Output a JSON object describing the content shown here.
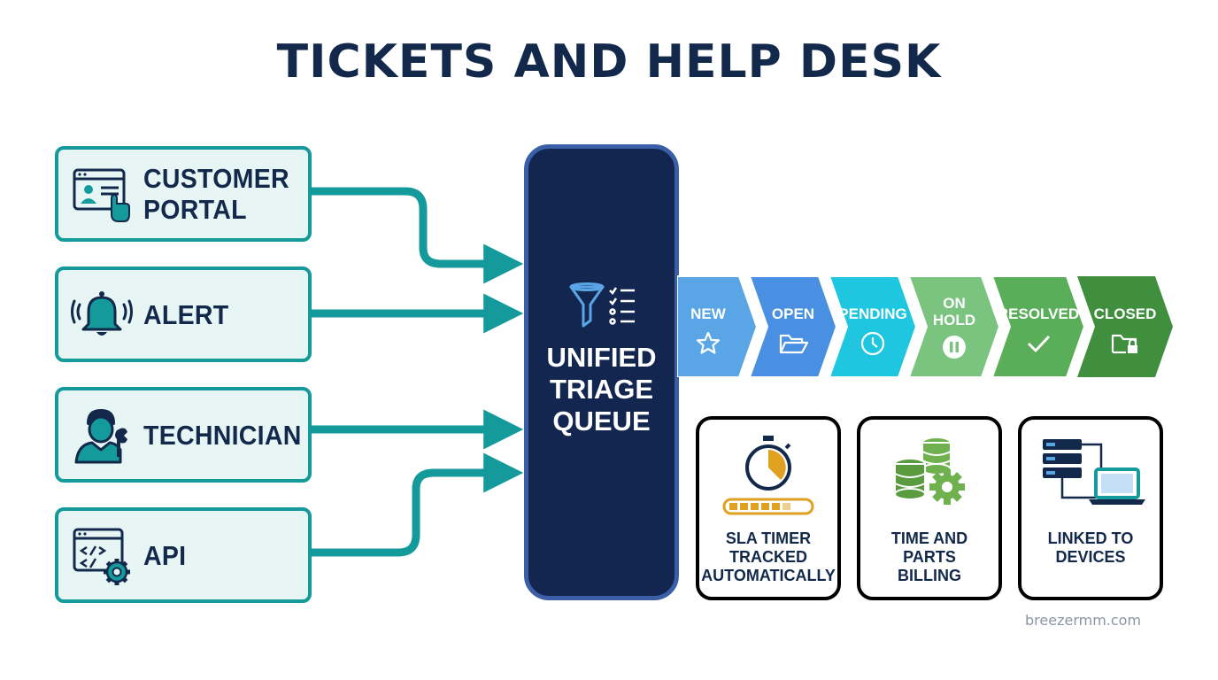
{
  "title": "TICKETS AND HELP DESK",
  "sources": [
    {
      "label": "CUSTOMER\nPORTAL",
      "icon": "customer-portal-icon"
    },
    {
      "label": "ALERT",
      "icon": "alert-bell-icon"
    },
    {
      "label": "TECHNICIAN",
      "icon": "technician-icon"
    },
    {
      "label": "API",
      "icon": "api-code-gear-icon"
    }
  ],
  "queue": {
    "label": "UNIFIED\nTRIAGE\nQUEUE",
    "icon": "funnel-checklist-icon"
  },
  "stages": [
    {
      "label": "NEW",
      "icon": "star-icon",
      "color": "#5aa5e6"
    },
    {
      "label": "OPEN",
      "icon": "open-folder-icon",
      "color": "#4a90e2"
    },
    {
      "label": "PENDING",
      "icon": "clock-icon",
      "color": "#1fc6e0"
    },
    {
      "label": "ON\nHOLD",
      "icon": "pause-icon",
      "color": "#7bc47f"
    },
    {
      "label": "RESOLVED",
      "icon": "check-icon",
      "color": "#5aae5a"
    },
    {
      "label": "CLOSED",
      "icon": "locked-folder-icon",
      "color": "#3f8f3f"
    }
  ],
  "features": [
    {
      "label": "SLA TIMER\nTRACKED\nAUTOMATICALLY",
      "icon": "stopwatch-progress-icon",
      "color": "#e0a020"
    },
    {
      "label": "TIME AND\nPARTS\nBILLING",
      "icon": "coins-gear-icon",
      "color": "#6fb04f"
    },
    {
      "label": "LINKED TO\nDEVICES",
      "icon": "server-laptop-icon",
      "color": "#159a9c"
    }
  ],
  "website": "breezermm.com"
}
